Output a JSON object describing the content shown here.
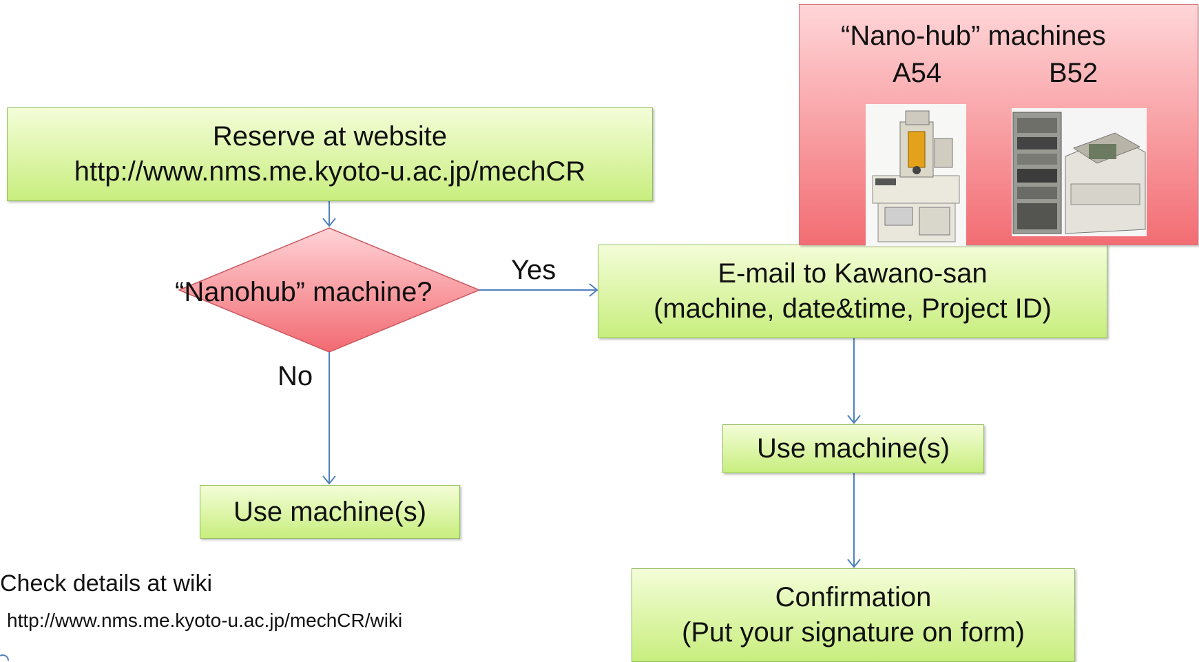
{
  "flow": {
    "reserve_line1": "Reserve at website",
    "reserve_line2": "http://www.nms.me.kyoto-u.ac.jp/mechCR",
    "decision": "“Nanohub” machine?",
    "yes_label": "Yes",
    "no_label": "No",
    "use_machine_left": "Use machine(s)",
    "email_line1": "E-mail to Kawano-san",
    "email_line2": "(machine, date&time, Project ID)",
    "use_machine_right": "Use machine(s)",
    "confirm_line1": "Confirmation",
    "confirm_line2": "(Put your signature on form)"
  },
  "machines": {
    "title": "“Nano-hub” machines",
    "a_label": "A54",
    "b_label": "B52"
  },
  "footer": {
    "check_text": "Check details at wiki",
    "wiki_url": "http://www.nms.me.kyoto-u.ac.jp/mechCR/wiki"
  },
  "colors": {
    "process_fill": "#c8ee7e",
    "decision_fill": "#f47f86",
    "machines_panel": "#f26d73",
    "connector": "#4f81bd"
  }
}
